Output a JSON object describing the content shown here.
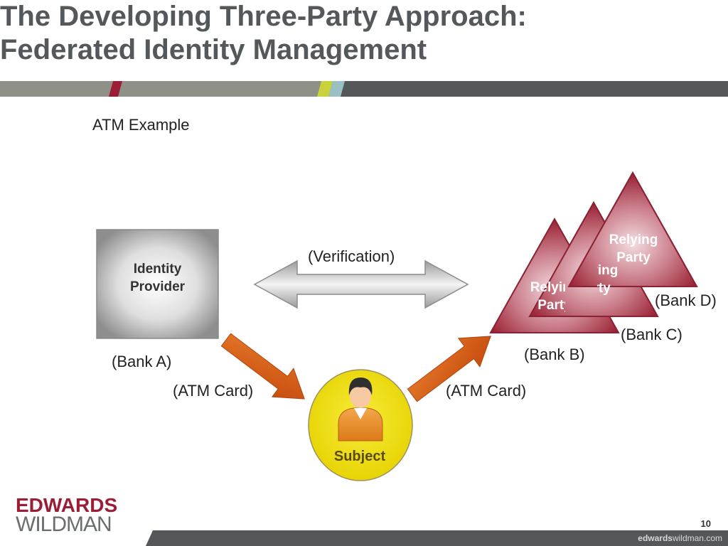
{
  "slide": {
    "title_line1": "The Developing Three-Party Approach:",
    "title_line2": "Federated Identity Management",
    "subtitle": "ATM Example",
    "page_number": "10"
  },
  "diagram": {
    "identity_provider": {
      "line1": "Identity",
      "line2": "Provider",
      "caption": "(Bank A)"
    },
    "verification_label": "(Verification)",
    "card_label_left": "(ATM Card)",
    "card_label_right": "(ATM Card)",
    "subject_label": "Subject",
    "relying_party": {
      "line1": "Relying",
      "line2": "Party"
    },
    "banks": {
      "b": "(Bank B)",
      "c": "(Bank C)",
      "d": "(Bank D)"
    }
  },
  "branding": {
    "logo_top": "EDWARDS",
    "logo_bottom": "WILDMAN",
    "footer_url_bold": "edwards",
    "footer_url_rest": "wildman.com"
  },
  "colors": {
    "title": "#55585a",
    "accent_red": "#9b1e36",
    "band_gray": "#8f9189",
    "band_dark": "#55585a",
    "arrow_orange": "#c8520f",
    "subject_yellow": "#f2e200"
  }
}
